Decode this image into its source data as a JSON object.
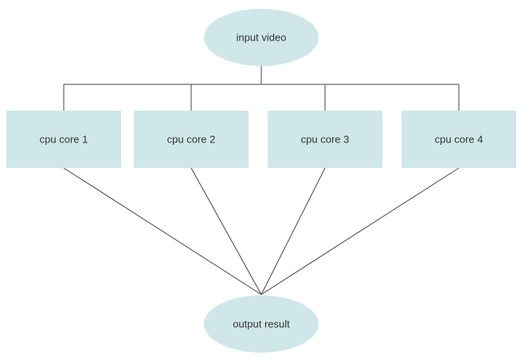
{
  "diagram": {
    "colors": {
      "node_fill": "#cfe7e9",
      "edge_stroke": "#444444",
      "text": "#333333"
    },
    "input": {
      "label": "input video"
    },
    "cores": [
      {
        "label": "cpu core 1"
      },
      {
        "label": "cpu core 2"
      },
      {
        "label": "cpu core 3"
      },
      {
        "label": "cpu core 4"
      }
    ],
    "output": {
      "label": "output result"
    }
  }
}
